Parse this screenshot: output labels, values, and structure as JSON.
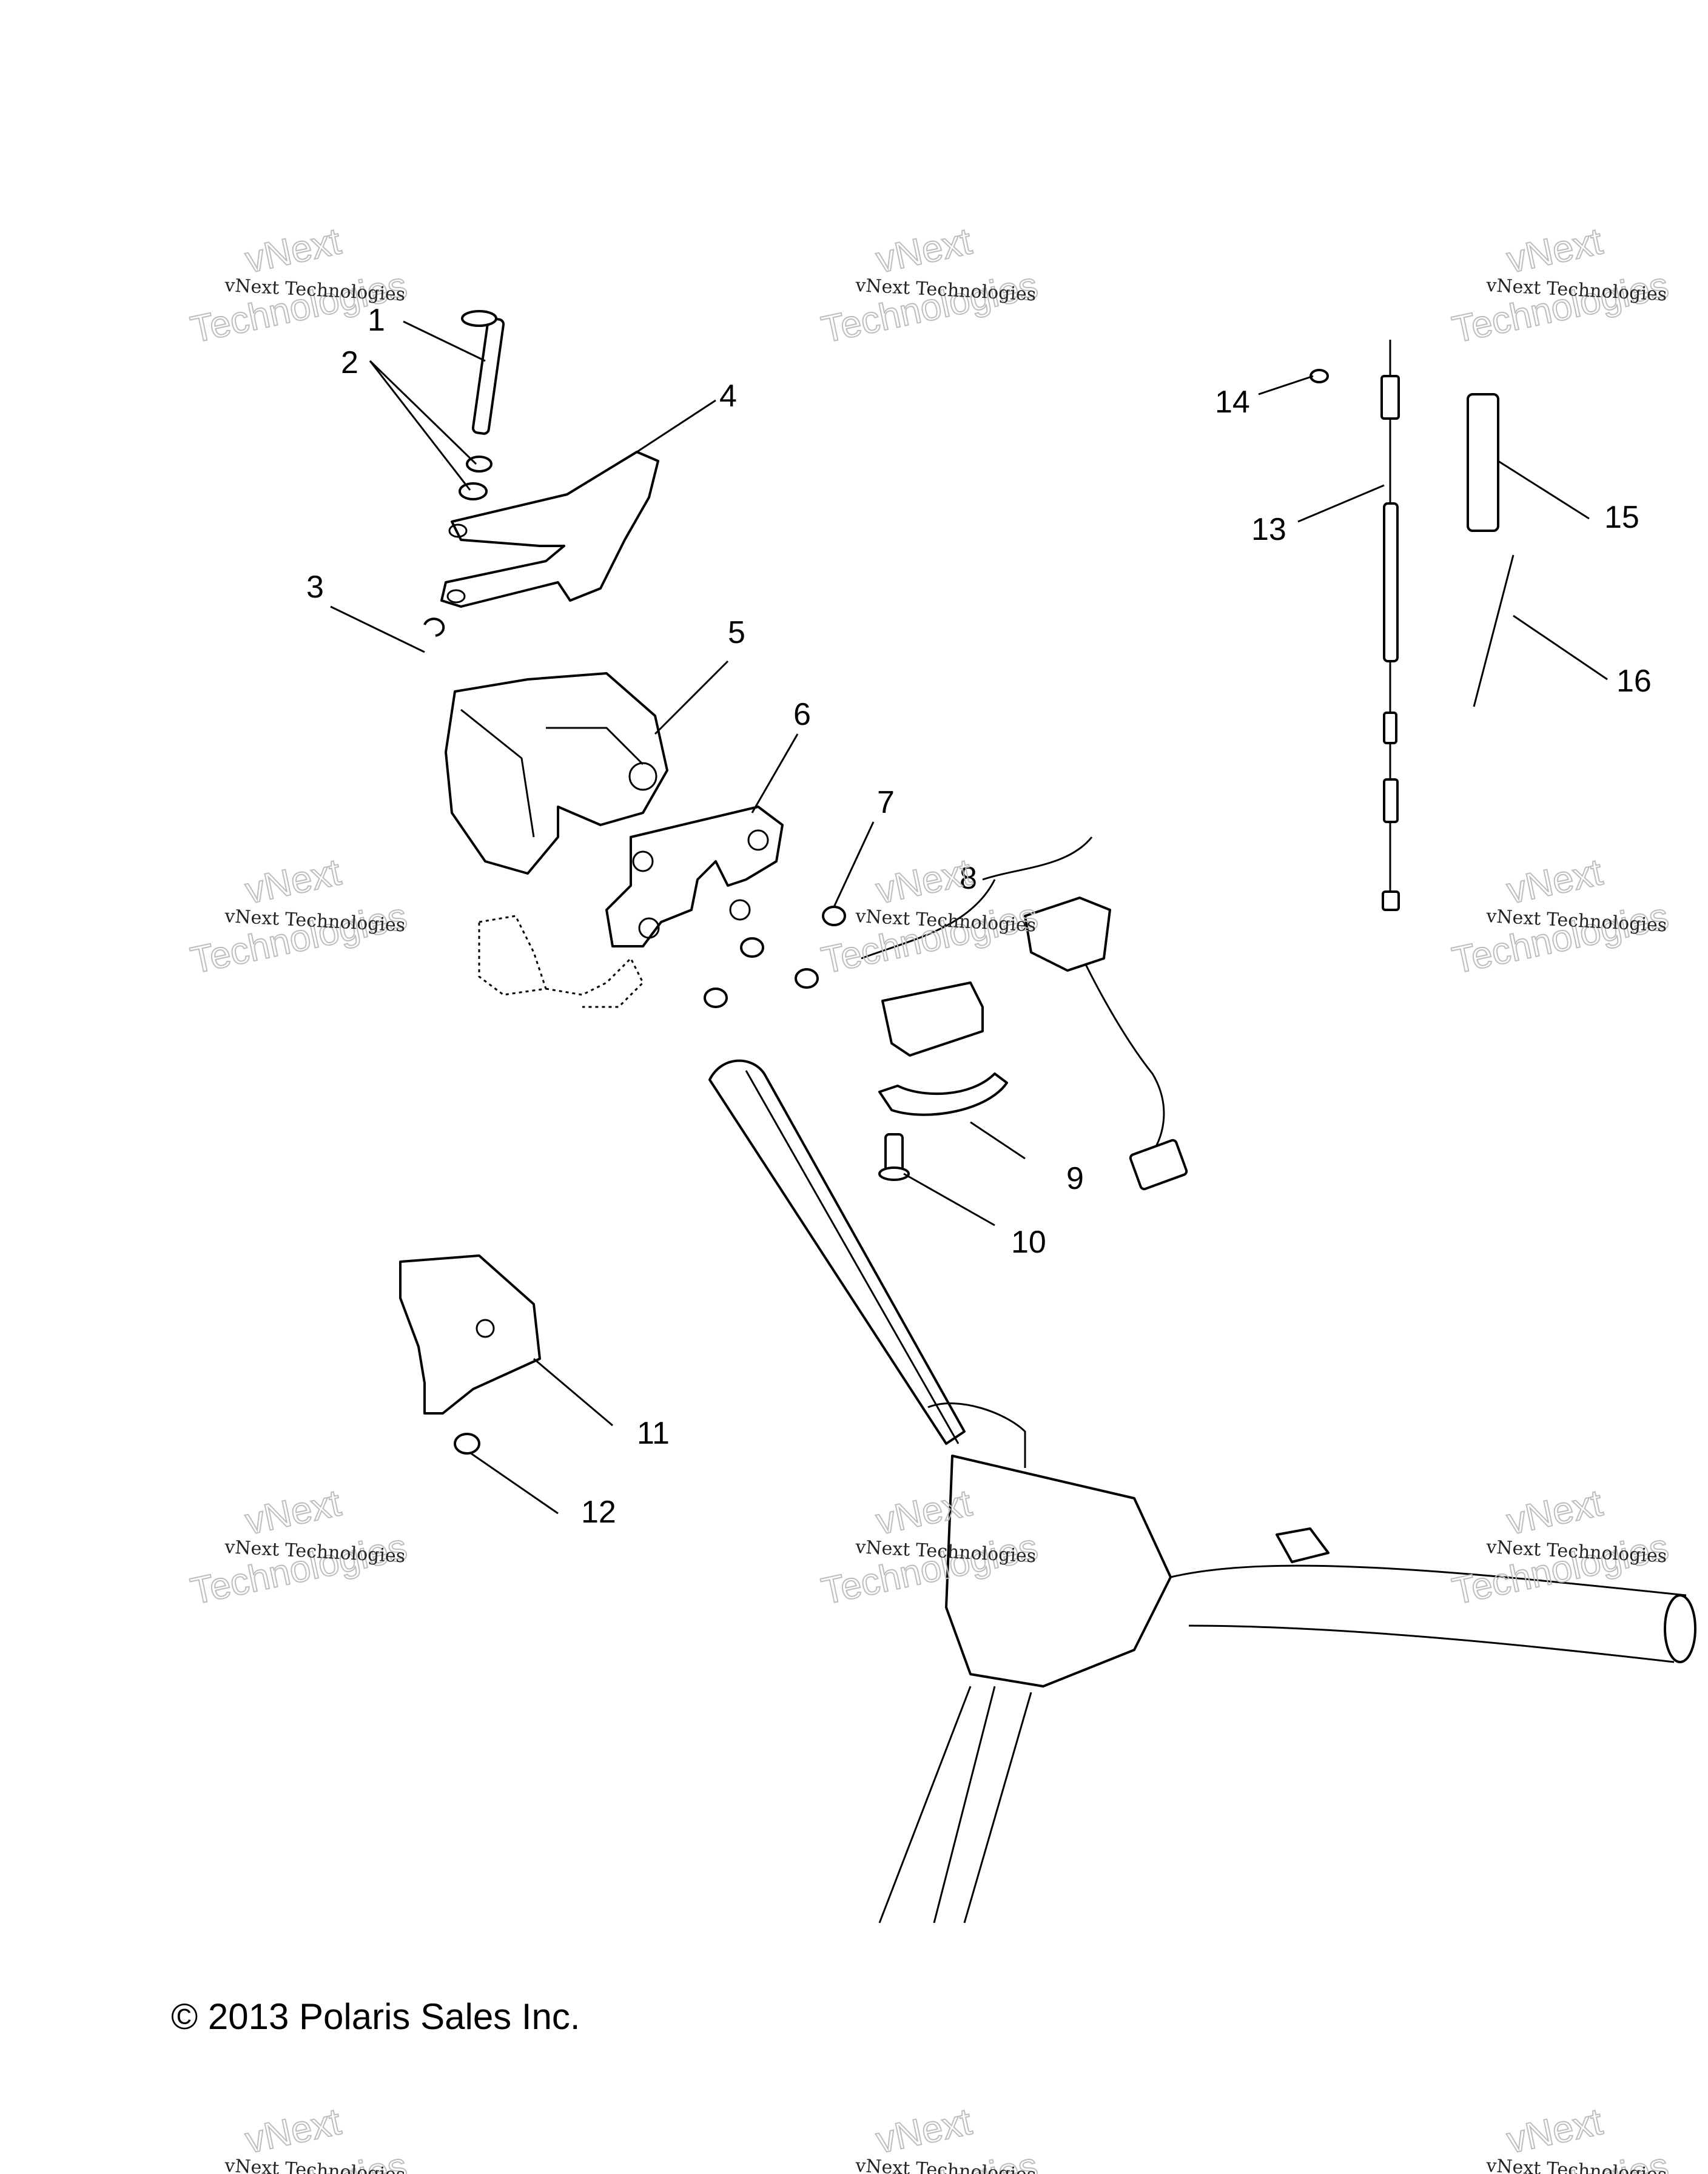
{
  "callouts": [
    "1",
    "2",
    "3",
    "4",
    "5",
    "6",
    "7",
    "8",
    "9",
    "10",
    "11",
    "12",
    "13",
    "14",
    "15",
    "16"
  ],
  "watermark": {
    "line1": "vNext Technologies",
    "line2": "vNext",
    "line3": "Technologies"
  },
  "copyright": "© 2013 Polaris Sales Inc."
}
